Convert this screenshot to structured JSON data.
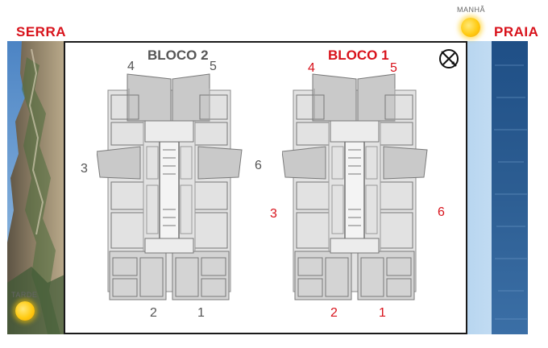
{
  "left_label": "SERRA",
  "right_label": "PRAIA",
  "sun_top": {
    "label": "MANHÃ",
    "icon": "sun-icon"
  },
  "sun_bottom": {
    "label": "TARDE",
    "icon": "sun-icon"
  },
  "compass_icon": "compass-icon",
  "colors": {
    "accent": "#d8121b",
    "neutral_text": "#555555",
    "floorplan": "#cfcfcf",
    "sea": "#2c5d92"
  },
  "bloco2": {
    "title": "BLOCO 2",
    "units": {
      "u1": "1",
      "u2": "2",
      "u3": "3",
      "u4": "4",
      "u5": "5",
      "u6": "6"
    }
  },
  "bloco1": {
    "title": "BLOCO 1",
    "units": {
      "u1": "1",
      "u2": "2",
      "u3": "3",
      "u4": "4",
      "u5": "5",
      "u6": "6"
    }
  }
}
